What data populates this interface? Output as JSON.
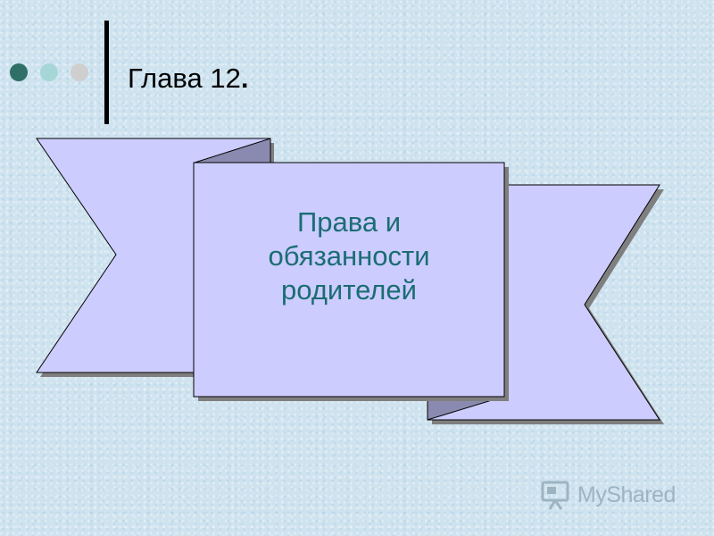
{
  "colors": {
    "dot_dark": "#2f6f68",
    "dot_mid": "#a6d7d6",
    "dot_light": "#cfcfcf",
    "banner_fill": "#ccccff",
    "banner_text": "#1b6d73",
    "watermark": "#9db4c2"
  },
  "slide": {
    "title_main": "Глава 12",
    "title_dot": ".",
    "banner_lines": [
      "Права и",
      "обязанности",
      "родителей"
    ]
  },
  "watermark": {
    "icon": "presentation-board-icon",
    "text": "MyShared"
  }
}
